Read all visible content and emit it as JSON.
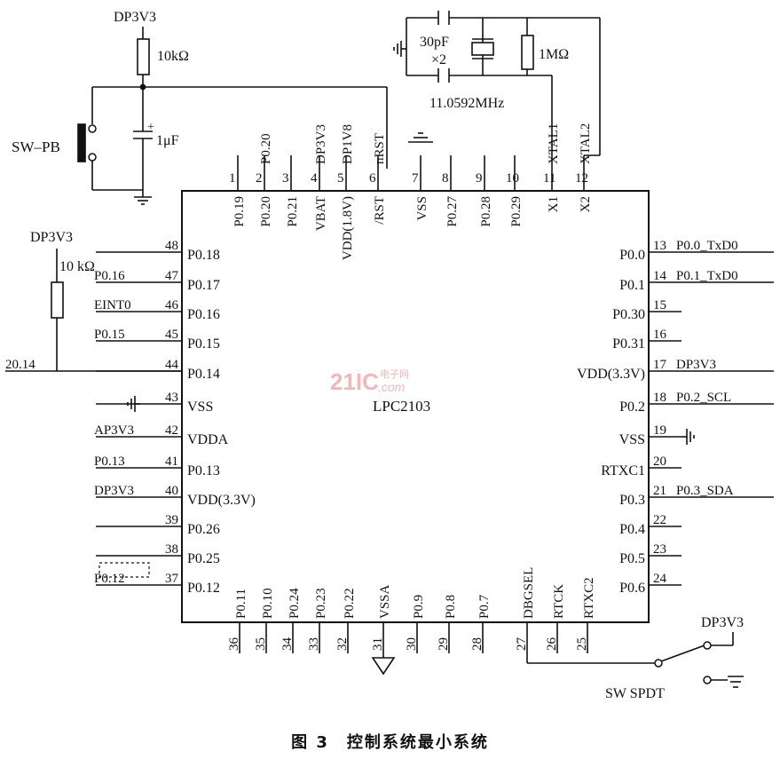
{
  "chip": {
    "name": "LPC2103"
  },
  "watermark": {
    "brand": "21IC",
    "site_cn": "电子网",
    "site_en": ".com"
  },
  "caption": {
    "figure": "图 3",
    "title": "控制系统最小系统"
  },
  "top_pins": [
    {
      "num": "1",
      "pin": "P0.19",
      "net": ""
    },
    {
      "num": "2",
      "pin": "P0.20",
      "net": "P0.20"
    },
    {
      "num": "3",
      "pin": "P0.21",
      "net": ""
    },
    {
      "num": "4",
      "pin": "VBAT",
      "net": "DP3V3"
    },
    {
      "num": "5",
      "pin": "VDD(1.8V)",
      "net": "DP1V8"
    },
    {
      "num": "6",
      "pin": "/RST",
      "net": "nRST"
    },
    {
      "num": "7",
      "pin": "VSS",
      "net": ""
    },
    {
      "num": "8",
      "pin": "P0.27",
      "net": ""
    },
    {
      "num": "9",
      "pin": "P0.28",
      "net": ""
    },
    {
      "num": "10",
      "pin": "P0.29",
      "net": ""
    },
    {
      "num": "11",
      "pin": "X1",
      "net": "XTAL1"
    },
    {
      "num": "12",
      "pin": "X2",
      "net": "XTAL2"
    }
  ],
  "left_pins": [
    {
      "num": "48",
      "pin": "P0.18",
      "net": ""
    },
    {
      "num": "47",
      "pin": "P0.17",
      "net": "P0.16"
    },
    {
      "num": "46",
      "pin": "P0.16",
      "net": "EINT0"
    },
    {
      "num": "45",
      "pin": "P0.15",
      "net": "P0.15"
    },
    {
      "num": "44",
      "pin": "P0.14",
      "net": "20.14"
    },
    {
      "num": "43",
      "pin": "VSS",
      "net": ""
    },
    {
      "num": "42",
      "pin": "VDDA",
      "net": "AP3V3"
    },
    {
      "num": "41",
      "pin": "P0.13",
      "net": "P0.13"
    },
    {
      "num": "40",
      "pin": "VDD(3.3V)",
      "net": "DP3V3"
    },
    {
      "num": "39",
      "pin": "P0.26",
      "net": ""
    },
    {
      "num": "38",
      "pin": "P0.25",
      "net": ""
    },
    {
      "num": "37",
      "pin": "P0.12",
      "net": "P0.12"
    }
  ],
  "right_pins": [
    {
      "num": "13",
      "pin": "P0.0",
      "net": "P0.0_TxD0"
    },
    {
      "num": "14",
      "pin": "P0.1",
      "net": "P0.1_TxD0"
    },
    {
      "num": "15",
      "pin": "P0.30",
      "net": ""
    },
    {
      "num": "16",
      "pin": "P0.31",
      "net": ""
    },
    {
      "num": "17",
      "pin": "VDD(3.3V)",
      "net": "DP3V3"
    },
    {
      "num": "18",
      "pin": "P0.2",
      "net": "P0.2_SCL"
    },
    {
      "num": "19",
      "pin": "VSS",
      "net": ""
    },
    {
      "num": "20",
      "pin": "RTXC1",
      "net": ""
    },
    {
      "num": "21",
      "pin": "P0.3",
      "net": "P0.3_SDA"
    },
    {
      "num": "22",
      "pin": "P0.4",
      "net": ""
    },
    {
      "num": "23",
      "pin": "P0.5",
      "net": ""
    },
    {
      "num": "24",
      "pin": "P0.6",
      "net": ""
    }
  ],
  "bottom_pins": [
    {
      "num": "36",
      "pin": "P0.11"
    },
    {
      "num": "35",
      "pin": "P0.10"
    },
    {
      "num": "34",
      "pin": "P0.24"
    },
    {
      "num": "33",
      "pin": "P0.23"
    },
    {
      "num": "32",
      "pin": "P0.22"
    },
    {
      "num": "31",
      "pin": "VSSA"
    },
    {
      "num": "30",
      "pin": "P0.9"
    },
    {
      "num": "29",
      "pin": "P0.8"
    },
    {
      "num": "28",
      "pin": "P0.7"
    },
    {
      "num": "27",
      "pin": "DBGSEL"
    },
    {
      "num": "26",
      "pin": "RTCK"
    },
    {
      "num": "25",
      "pin": "RTXC2"
    }
  ],
  "reset_circuit": {
    "supply": "DP3V3",
    "resistor": "10kΩ",
    "capacitor": "1μF",
    "cap_polarity": "+",
    "switch": "SW–PB"
  },
  "pullup_44": {
    "supply": "DP3V3",
    "resistor": "10 kΩ"
  },
  "crystal": {
    "caps": "30pF",
    "caps_count": "×2",
    "resistor": "1MΩ",
    "frequency": "11.0592MHz"
  },
  "debug_switch": {
    "supply": "DP3V3",
    "label": "SW SPDT"
  }
}
